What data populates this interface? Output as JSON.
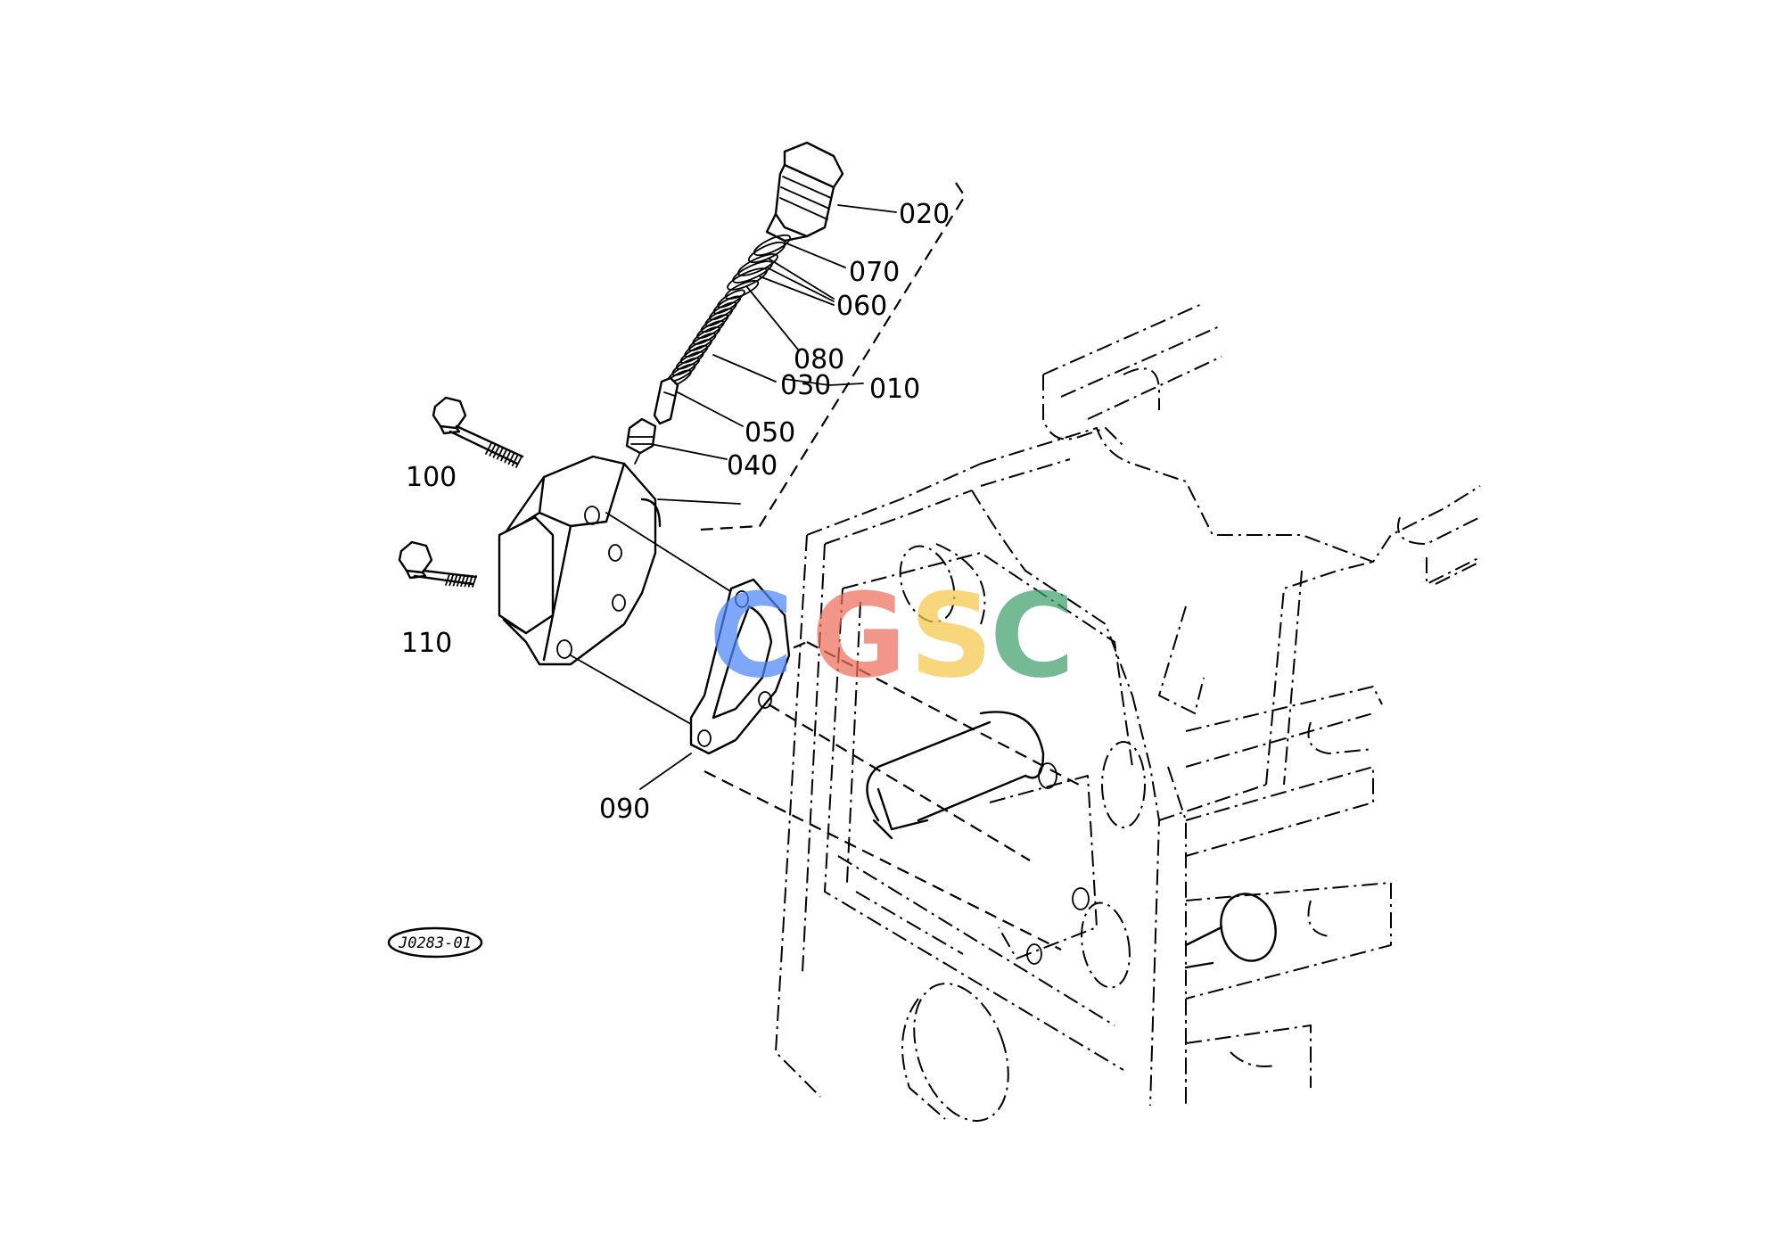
{
  "diagram": {
    "drawing_code": "J0283-01",
    "callouts": [
      {
        "id": "c020",
        "text": "020"
      },
      {
        "id": "c070",
        "text": "070"
      },
      {
        "id": "c060",
        "text": "060"
      },
      {
        "id": "c080",
        "text": "080"
      },
      {
        "id": "c030",
        "text": "030"
      },
      {
        "id": "c010",
        "text": "010"
      },
      {
        "id": "c050",
        "text": "050"
      },
      {
        "id": "c040",
        "text": "040"
      },
      {
        "id": "c100",
        "text": "100"
      },
      {
        "id": "c110",
        "text": "110"
      },
      {
        "id": "c090",
        "text": "090"
      }
    ]
  },
  "watermark": {
    "letters": [
      "C",
      "G",
      "S",
      "C"
    ],
    "colors": [
      "#4f86f7",
      "#ee6e5e",
      "#f6c84a",
      "#3fa06c"
    ]
  }
}
